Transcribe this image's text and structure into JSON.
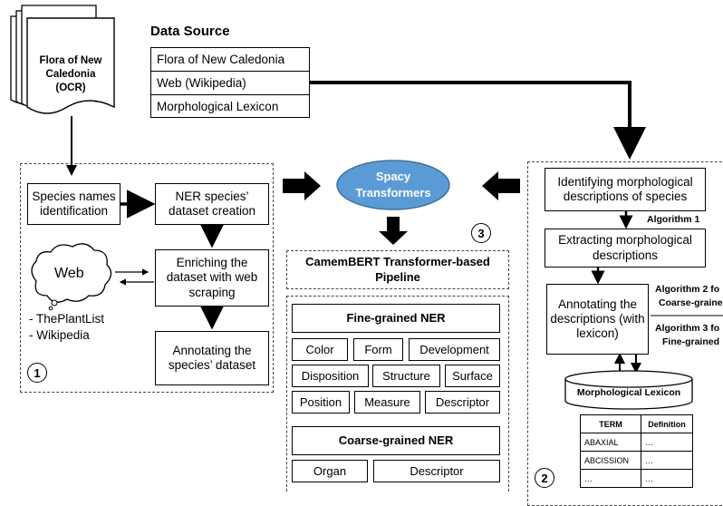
{
  "source_doc": {
    "label": "Flora of New Caledonia (OCR)"
  },
  "data_source": {
    "title": "Data Source",
    "items": [
      "Flora of New Caledonia",
      "Web (Wikipedia)",
      "Morphological Lexicon"
    ]
  },
  "section1": {
    "number": "1",
    "species_names": "Species names identification",
    "ner_dataset": "NER species’ dataset creation",
    "enriching": "Enriching the dataset with web scraping",
    "annotating": "Annotating the species’ dataset",
    "web_cloud": "Web",
    "web_sources": [
      "- ThePlantList",
      "- Wikipedia"
    ]
  },
  "section3": {
    "number": "3",
    "spacy": "Spacy Transformers",
    "camembert": "CamemBERT Transformer-based Pipeline",
    "fine_title": "Fine-grained NER",
    "fine_tags": [
      "Color",
      "Form",
      "Development",
      "Disposition",
      "Structure",
      "Surface",
      "Position",
      "Measure",
      "Descriptor"
    ],
    "coarse_title": "Coarse-grained NER",
    "coarse_tags": [
      "Organ",
      "Descriptor"
    ]
  },
  "section2": {
    "number": "2",
    "identifying": "Identifying morphological descriptions of species",
    "algo1": "Algorithm 1",
    "extracting": "Extracting morphological descriptions",
    "annotating": "Annotating the descriptions (with lexicon)",
    "algo2_line1": "Algorithm 2 fo",
    "algo2_line2": "Coarse-graine",
    "algo3_line1": "Algorithm 3 fo",
    "algo3_line2": "Fine-grained",
    "lexicon_db": "Morphological Lexicon",
    "lexicon_table": {
      "headers": [
        "TERM",
        "Definition"
      ],
      "rows": [
        [
          "ABAXIAL",
          "…"
        ],
        [
          "ABCISSION",
          "…"
        ],
        [
          "…",
          "…"
        ]
      ]
    }
  }
}
